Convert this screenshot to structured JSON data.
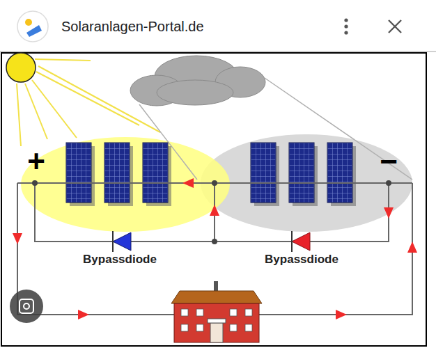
{
  "diagram": {
    "labels": [
      "Solaranlagen-Portal.de",
      "+",
      "−",
      "Bypassdiode",
      "Bypassdiode"
    ]
  }
}
